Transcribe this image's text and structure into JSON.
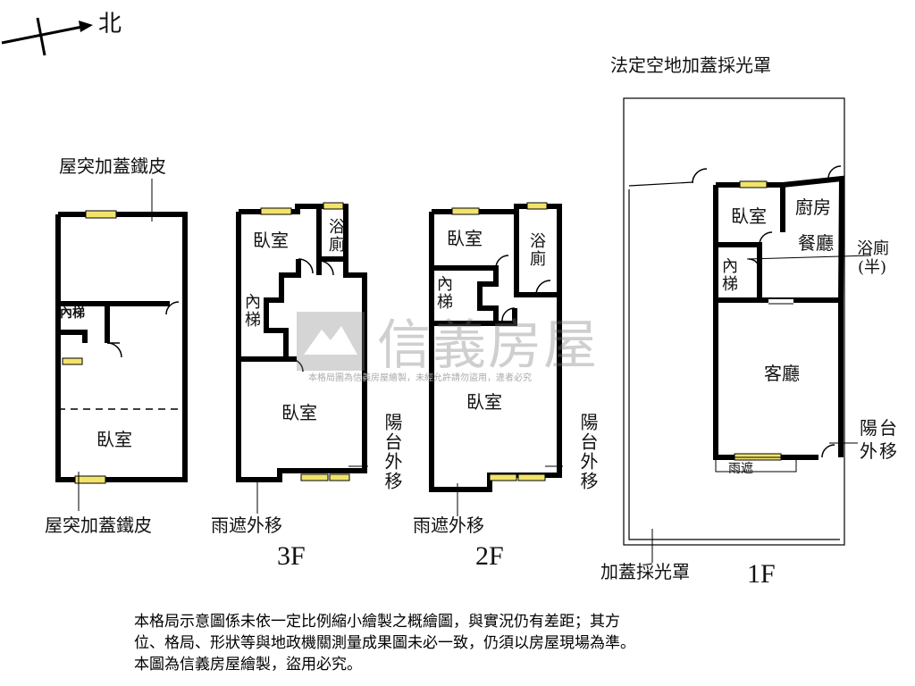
{
  "north_label": "北",
  "watermark": {
    "brand": "信義房屋",
    "notice": "本格局圖為信義房屋繪製，未經允許請勿盜用，違者必究"
  },
  "floors": {
    "f3": {
      "name": "3F",
      "annexes": {
        "roof_top": "屋突加蓋鐵皮",
        "roof_bottom": "屋突加蓋鐵皮"
      },
      "rooms": {
        "stair": "內梯",
        "bedroom": "臥室"
      },
      "mid": {
        "bedroom": "臥室",
        "bath": "浴廁",
        "stair": "內梯",
        "bedroom_large": "臥室",
        "balcony": "陽台外移",
        "canopy": "雨遮外移"
      }
    },
    "f2": {
      "name": "2F",
      "rooms": {
        "bedroom": "臥室",
        "bath": "浴廁",
        "stair": "內梯",
        "bedroom_large": "臥室",
        "balcony": "陽台外移",
        "canopy": "雨遮外移"
      }
    },
    "f1": {
      "name": "1F",
      "rooms": {
        "skylight_top": "法定空地加蓋採光罩",
        "bedroom": "臥室",
        "kitchen": "廚房",
        "dining": "餐廳",
        "half_bath": "浴廁",
        "half_bath_note": "(半)",
        "stair": "內梯",
        "living": "客廳",
        "balcony": "陽台外移",
        "canopy": "雨遮",
        "skylight_bottom": "加蓋採光罩"
      }
    }
  },
  "disclaimer": {
    "line1": "本格局示意圖係未依一定比例縮小繪製之概繪圖，與實況仍有差距；其方",
    "line2": "位、格局、形狀等與地政機關測量成果圖未必一致，仍須以房屋現場為準。",
    "line3": "本圖為信義房屋繪製，盜用必究。"
  },
  "colors": {
    "wall": "#000000",
    "window": "#f2e36a",
    "watermark": "#777777"
  }
}
